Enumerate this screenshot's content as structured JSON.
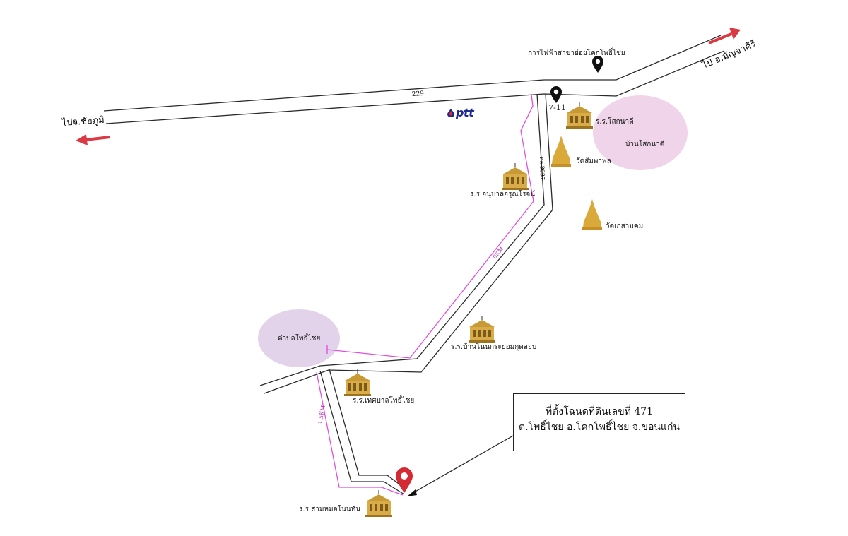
{
  "labels": {
    "road_229": "229",
    "to_chaiyaphum": "ไปจ.ชัยภูมิ",
    "to_manchakhiri": "ไป อ.มัญจาคีรี",
    "power_office": "การไฟฟ้าสาขาย่อยโคกโพธิ์ไชย",
    "seven_eleven": "7-11",
    "school_sokanadi": "ร.ร.โสกนาดี",
    "village_sokanadi": "บ้านโสกนาดี",
    "wat_sanphaphon": "วัดสัมพาพล",
    "school_anuban": "ร.ร.อนุบาลอรุณโรจน์",
    "wat_kesamkhom": "วัดเกสามคม",
    "road_3037": "ทล.3037",
    "distance_9km": "9KM",
    "subdistrict_pho_chai": "ตำบลโพธิ์ไชย",
    "school_ban_non": "ร.ร.บ้านโนนกระยอมกุดลอบ",
    "school_thesaban": "ร.ร.เทศบาลโพธิ์ไชย",
    "distance_15km": "1.5KM",
    "school_sam_mo": "ร.ร.สามหมอโนนทัน",
    "ptt_logo": "ptt"
  },
  "callout": {
    "line1": "ที่ตั้งโฉนดที่ดินเลขที่ 471",
    "line2": "ต.โพธิ์ไชย อ.โคกโพธิ์ไชย จ.ขอนแก่น"
  },
  "colors": {
    "road": "#2a2a2a",
    "route": "#e04ee0",
    "area": "#efd4ea",
    "area_2": "#e2d3ea",
    "arrow": "#d93a43",
    "pin_red": "#d42a34",
    "pin_black": "#111111",
    "temple": "#d9a93a",
    "school": "#c89a35"
  },
  "icons": [
    "map-pin-icon",
    "school-icon",
    "temple-icon",
    "direction-arrow-icon",
    "ptt-logo-icon"
  ]
}
